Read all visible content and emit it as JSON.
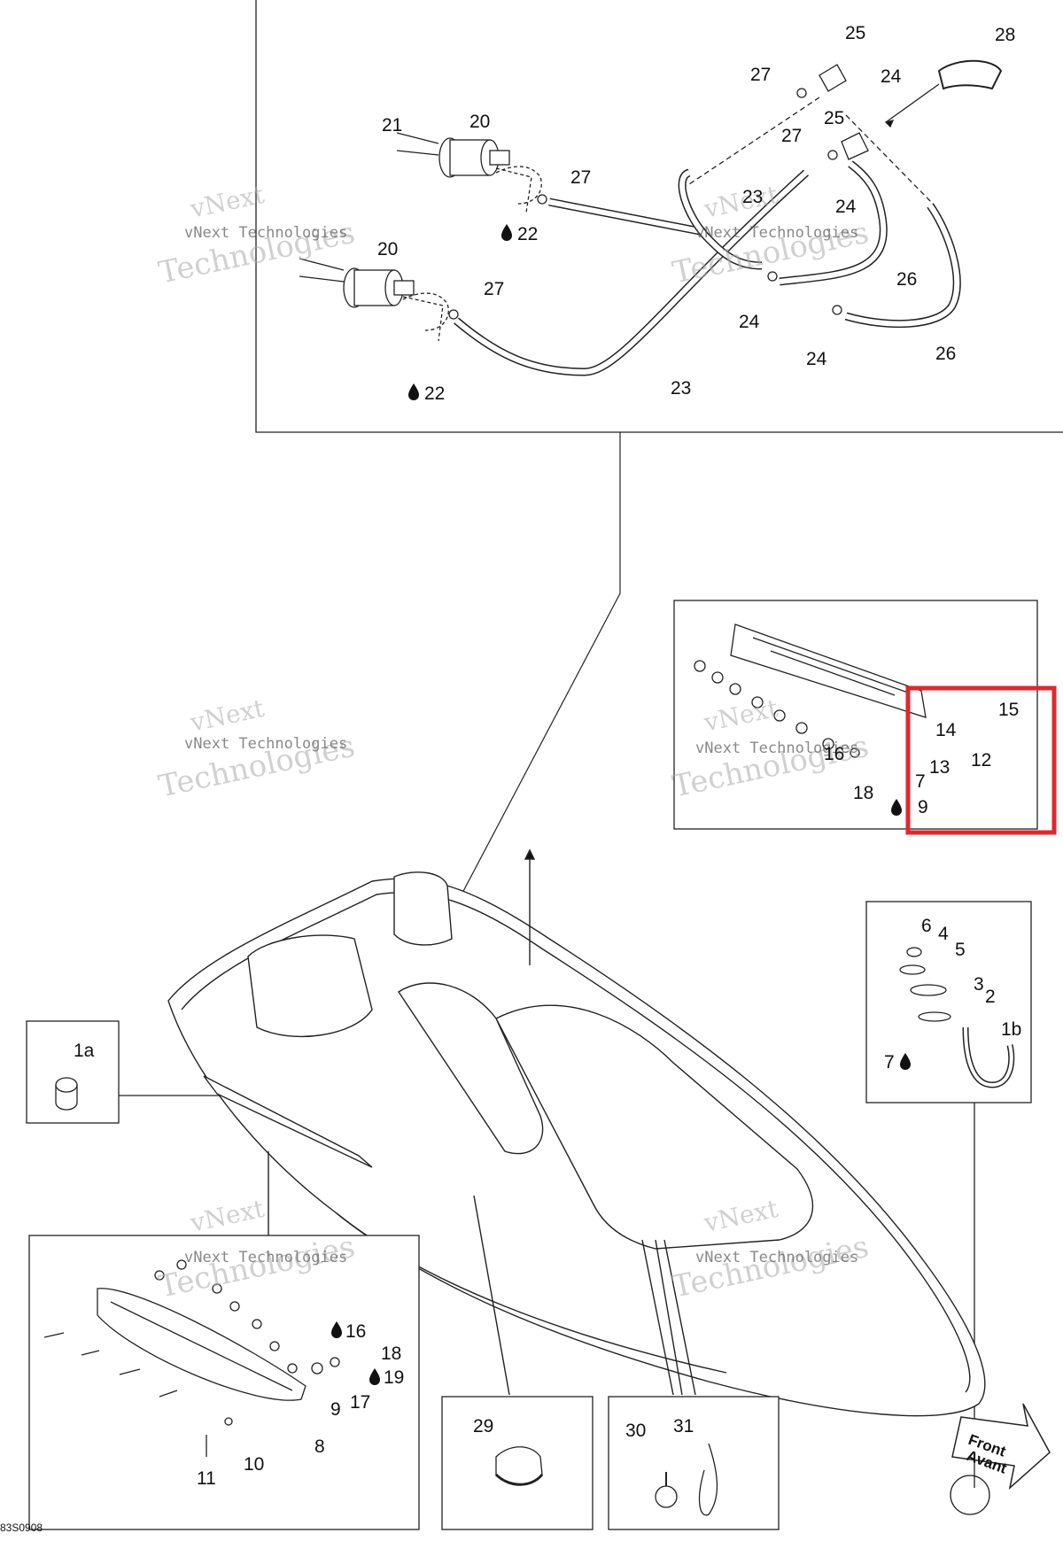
{
  "drawing_number": "83S0908",
  "watermark": {
    "line1": "vNext",
    "line2": "vNext Technologies",
    "line3": "Technologies"
  },
  "front_arrow": {
    "line1": "Front",
    "line2": "Avant"
  },
  "highlight_color": "#e3262b",
  "callouts": {
    "c25a": "25",
    "c28": "28",
    "c27a": "27",
    "c24a": "24",
    "c25b": "25",
    "c27b": "27",
    "c21": "21",
    "c20a": "20",
    "c27c": "27",
    "c23a": "23",
    "c24b": "24",
    "c22a": "22",
    "c20b": "20",
    "c27d": "27",
    "c26a": "26",
    "c24c": "24",
    "c23b": "23",
    "c24d": "24",
    "c26b": "26",
    "c22b": "22",
    "c15": "15",
    "c14": "14",
    "c12": "12",
    "c16": "16",
    "c13": "13",
    "c7a": "7",
    "c18a": "18",
    "c9a": "9",
    "c6": "6",
    "c4": "4",
    "c5": "5",
    "c3": "3",
    "c2": "2",
    "c1b": "1b",
    "c7b": "7",
    "c1a": "1a",
    "c16b": "16",
    "c18b": "18",
    "c19": "19",
    "c9b": "9",
    "c17": "17",
    "c8": "8",
    "c10": "10",
    "c11": "11",
    "c29": "29",
    "c30": "30",
    "c31": "31"
  }
}
